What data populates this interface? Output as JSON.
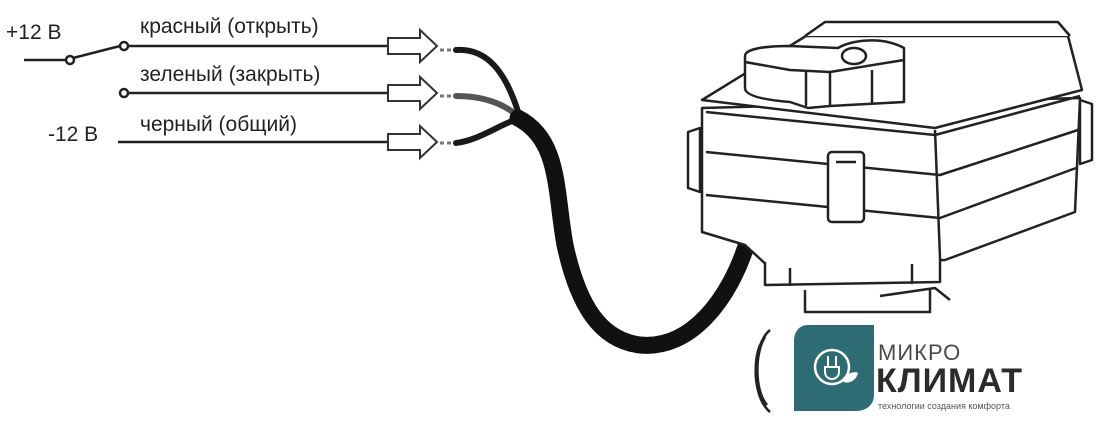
{
  "labels": {
    "plus": "+12 В",
    "minus": "-12 В",
    "red": "красный (открыть)",
    "green": "зеленый (закрыть)",
    "black": "черный (общий)"
  },
  "logo": {
    "line1": "МИКРО",
    "line2": "КЛИМАТ",
    "tagline": "технологии создания комфорта"
  },
  "colors": {
    "line": "#222222",
    "cable": "#111111",
    "logo_teal": "#2e6c74"
  }
}
